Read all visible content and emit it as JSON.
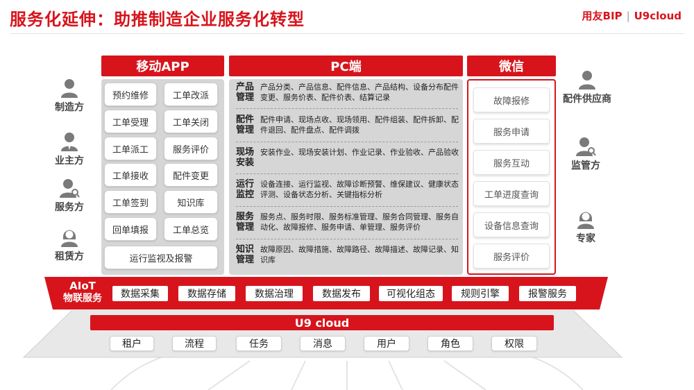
{
  "header": {
    "title": "服务化延伸：助推制造企业服务化转型",
    "brand_left": "用友BIP",
    "brand_sep": "|",
    "brand_right": "U9cloud"
  },
  "colors": {
    "accent": "#d7141c",
    "panel": "#d6d6d6"
  },
  "left_roles": [
    {
      "label": "制造方",
      "icon": "person-icon"
    },
    {
      "label": "业主方",
      "icon": "person-suit-icon"
    },
    {
      "label": "服务方",
      "icon": "person-search-icon"
    },
    {
      "label": "租赁方",
      "icon": "person-female-icon"
    }
  ],
  "right_roles": [
    {
      "label": "配件供应商",
      "icon": "person-icon"
    },
    {
      "label": "监管方",
      "icon": "person-search-icon"
    },
    {
      "label": "专家",
      "icon": "person-female-icon"
    }
  ],
  "mobile": {
    "title": "移动APP",
    "buttons": [
      "预约维修",
      "工单改派",
      "工单受理",
      "工单关闭",
      "工单派工",
      "服务评价",
      "工单接收",
      "配件变更",
      "工单签到",
      "知识库",
      "回单填报",
      "工单总览"
    ],
    "wide_button": "运行监视及报警"
  },
  "pc": {
    "title": "PC端",
    "rows": [
      {
        "key": "产品管理",
        "value": "产品分类、产品信息、配件信息、产品结构、设备分布配件变更、服务价表、配件价表、结算记录"
      },
      {
        "key": "配件管理",
        "value": "配件申请、现场点收、现场领用、配件组装、配件拆卸、配件退回、配件盘点、配件调拨"
      },
      {
        "key": "现场安装",
        "value": "安装作业、现场安装计划、作业记录、作业验收、产品验收"
      },
      {
        "key": "运行监控",
        "value": "设备连接、运行监视、故障诊断预警、维保建议、健康状态评测、设备状态分析、关键指标分析"
      },
      {
        "key": "服务管理",
        "value": "服务点、服务时限、服务标准管理、服务合同管理、服务自动化、故障报修、服务申请、单管理、服务评价"
      },
      {
        "key": "知识管理",
        "value": "故障原因、故障措施、故障路径、故障描述、故障记录、知识库"
      }
    ]
  },
  "wechat": {
    "title": "微信",
    "buttons": [
      "故障报修",
      "服务申请",
      "服务互动",
      "工单进度查询",
      "设备信息查询",
      "服务评价"
    ]
  },
  "iot": {
    "label_line1": "AIoT",
    "label_line2": "物联服务",
    "chips": [
      "数据采集",
      "数据存储",
      "数据治理",
      "数据发布",
      "可视化组态",
      "规则引擎",
      "报警服务"
    ]
  },
  "base": {
    "title": "U9 cloud",
    "chips": [
      "租户",
      "流程",
      "任务",
      "消息",
      "用户",
      "角色",
      "权限"
    ]
  }
}
